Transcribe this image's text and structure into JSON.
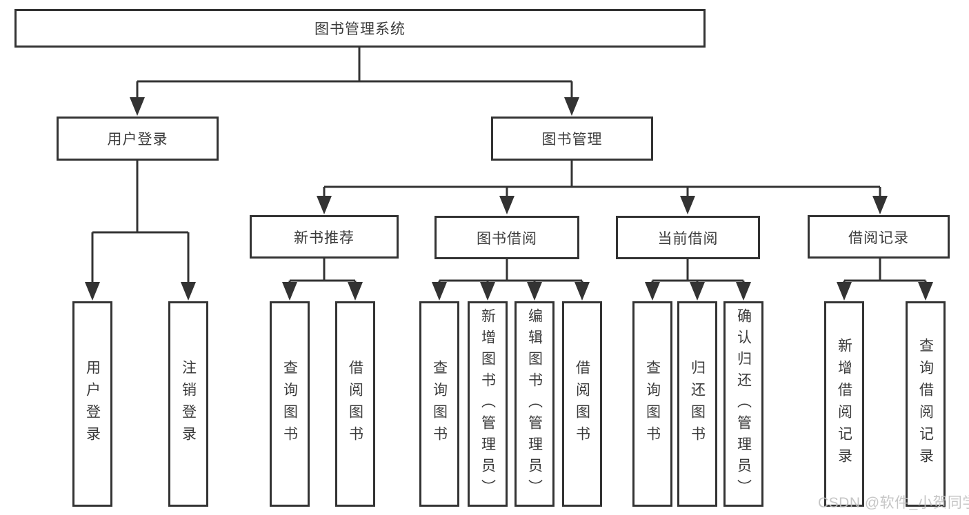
{
  "nodes": {
    "root": "图书管理系统",
    "user_login": "用户登录",
    "book_management": "图书管理",
    "new_book_recommend": "新书推荐",
    "book_borrow": "图书借阅",
    "current_borrow": "当前借阅",
    "borrow_record": "借阅记录",
    "leaf_user_login": "用户登录",
    "leaf_logout": "注销登录",
    "leaf_recommend_query_book": "查询图书",
    "leaf_recommend_borrow_book": "借阅图书",
    "leaf_borrow_query_book": "查询图书",
    "leaf_borrow_add_book": "新增图书（管理员）",
    "leaf_borrow_edit_book": "编辑图书（管理员）",
    "leaf_borrow_borrow_book": "借阅图书",
    "leaf_current_query_book": "查询图书",
    "leaf_current_return_book": "归还图书",
    "leaf_current_confirm_return": "确认归还（管理员）",
    "leaf_record_add": "新增借阅记录",
    "leaf_record_query": "查询借阅记录"
  },
  "watermark": "CSDN @软件_小贺同学",
  "colors": {
    "line": "#333333",
    "text": "#3b3b3b",
    "watermark": "#c0c0c0",
    "background": "#ffffff"
  }
}
